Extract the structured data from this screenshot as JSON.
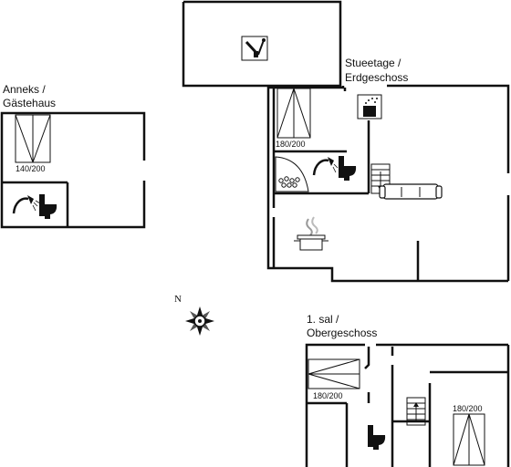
{
  "sections": {
    "annex": {
      "line1": "Anneks /",
      "line2": "Gästehaus"
    },
    "ground": {
      "line1": "Stueetage /",
      "line2": "Erdgeschoss"
    },
    "upper": {
      "line1": "1. sal /",
      "line2": "Obergeschoss"
    }
  },
  "beds": {
    "annex": "140/200",
    "ground": "180/200",
    "upper_left": "180/200",
    "upper_right": "180/200"
  },
  "compass": {
    "north": "N"
  },
  "icons": [
    "tools-icon",
    "tv-icon",
    "bed-icon",
    "shower-icon",
    "toilet-icon",
    "sauna-icon",
    "stairs-icon",
    "sofa-icon",
    "cooking-pot-icon",
    "compass-icon"
  ]
}
